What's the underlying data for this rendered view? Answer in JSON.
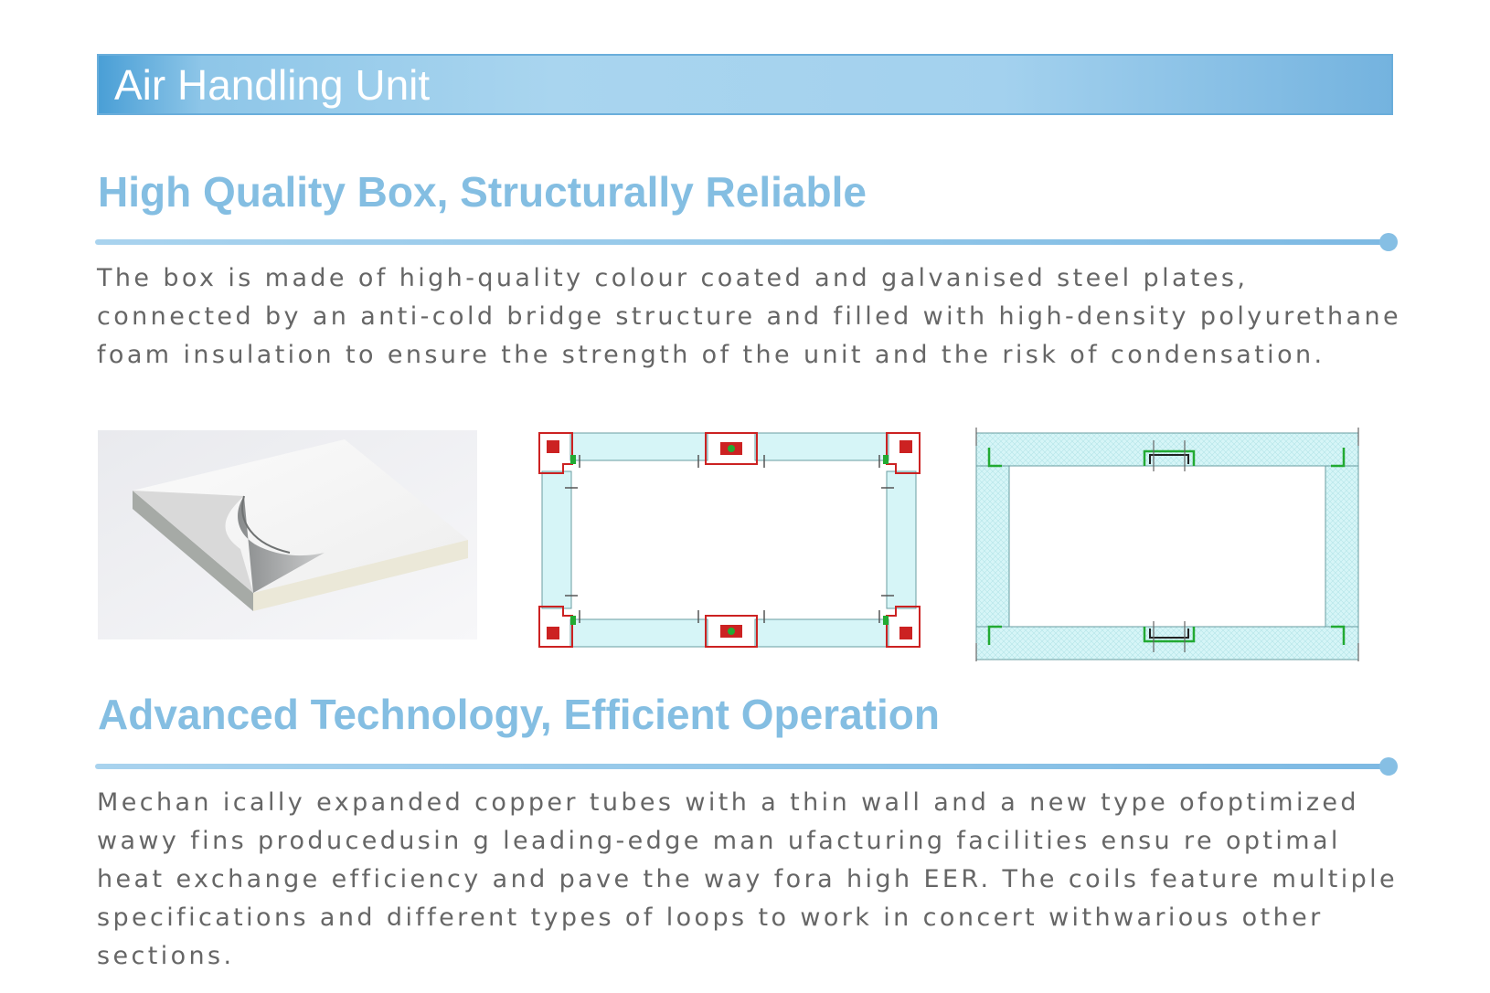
{
  "header": {
    "title": "Air Handling Unit"
  },
  "sections": [
    {
      "heading": "High Quality Box, Structurally Reliable",
      "text": "The box is made of high-quality colour coated and galvanised steel plates, connected by an anti-cold bridge structure and filled with high-density polyurethane foam insulation to ensure the strength of the unit and the risk of condensation."
    },
    {
      "heading": "Advanced Technology, Efficient Operation",
      "text": "Mechan ically expanded copper tubes with a thin wall and a new type ofoptimized wawy fins producedusin g leading-edge man ufacturing facilities ensu re optimal heat exchange efficiency and pave the way fora high EER. The coils feature multiple specifications and different types of loops to work in concert withwarious other sections."
    }
  ],
  "colors": {
    "heading": "#84bee2",
    "title_bar": "#a9d5ef",
    "body_text": "#666666",
    "panel_fill": "#d6f5f7",
    "profile_red": "#cc2222",
    "profile_green": "#22aa33"
  }
}
